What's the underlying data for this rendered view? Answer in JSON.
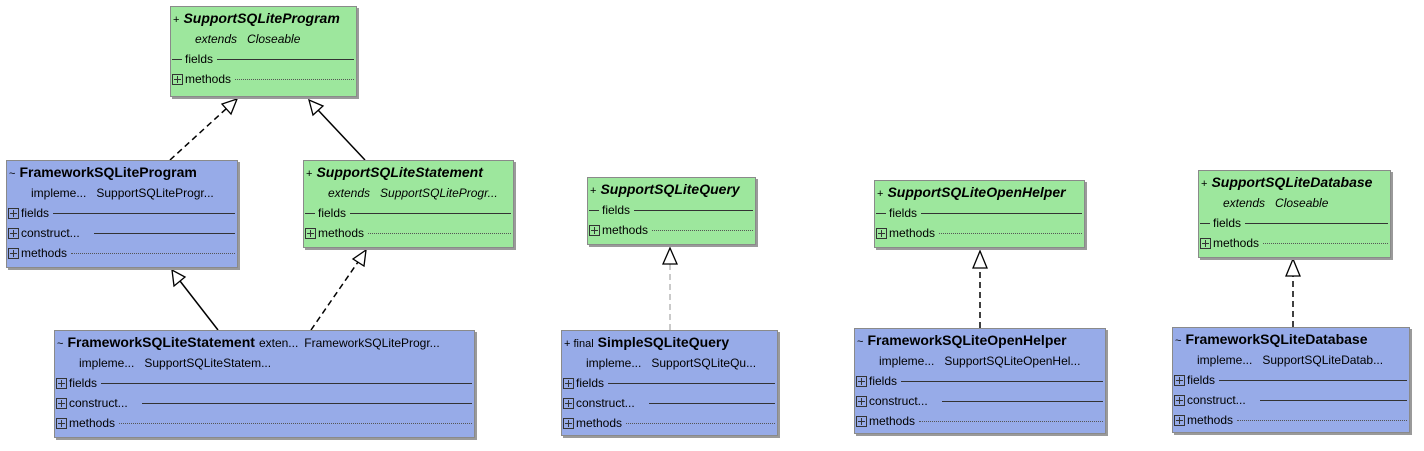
{
  "diagram": {
    "classes": {
      "support_program": {
        "visibility": "+",
        "name": "SupportSQLiteProgram",
        "relation_keyword": "extends",
        "relation_target": "Closeable",
        "fields_label": "fields",
        "methods_label": "methods"
      },
      "framework_program": {
        "visibility": "~",
        "name": "FrameworkSQLiteProgram",
        "relation_keyword": "impleme...",
        "relation_target": "SupportSQLiteProgr...",
        "fields_label": "fields",
        "constructors_label": "construct...",
        "methods_label": "methods"
      },
      "support_statement": {
        "visibility": "+",
        "name": "SupportSQLiteStatement",
        "relation_keyword": "extends",
        "relation_target": "SupportSQLiteProgr...",
        "fields_label": "fields",
        "methods_label": "methods"
      },
      "framework_statement": {
        "visibility": "~",
        "name": "FrameworkSQLiteStatement",
        "extends_keyword": "exten...",
        "extends_target": "FrameworkSQLiteProgr...",
        "relation_keyword": "impleme...",
        "relation_target": "SupportSQLiteStatem...",
        "fields_label": "fields",
        "constructors_label": "construct...",
        "methods_label": "methods"
      },
      "support_query": {
        "visibility": "+",
        "name": "SupportSQLiteQuery",
        "fields_label": "fields",
        "methods_label": "methods"
      },
      "simple_query": {
        "visibility": "+ final",
        "name": "SimpleSQLiteQuery",
        "relation_keyword": "impleme...",
        "relation_target": "SupportSQLiteQu...",
        "fields_label": "fields",
        "constructors_label": "construct...",
        "methods_label": "methods"
      },
      "support_open_helper": {
        "visibility": "+",
        "name": "SupportSQLiteOpenHelper",
        "fields_label": "fields",
        "methods_label": "methods"
      },
      "framework_open_helper": {
        "visibility": "~",
        "name": "FrameworkSQLiteOpenHelper",
        "relation_keyword": "impleme...",
        "relation_target": "SupportSQLiteOpenHel...",
        "fields_label": "fields",
        "constructors_label": "construct...",
        "methods_label": "methods"
      },
      "support_database": {
        "visibility": "+",
        "name": "SupportSQLiteDatabase",
        "relation_keyword": "extends",
        "relation_target": "Closeable",
        "fields_label": "fields",
        "methods_label": "methods"
      },
      "framework_database": {
        "visibility": "~",
        "name": "FrameworkSQLiteDatabase",
        "relation_keyword": "impleme...",
        "relation_target": "SupportSQLiteDatab...",
        "fields_label": "fields",
        "constructors_label": "construct...",
        "methods_label": "methods"
      }
    },
    "colors": {
      "interface_fill": "#9de79d",
      "class_fill": "#97abe8",
      "edge": "#000000",
      "faint_edge": "#b8b8b8"
    }
  }
}
